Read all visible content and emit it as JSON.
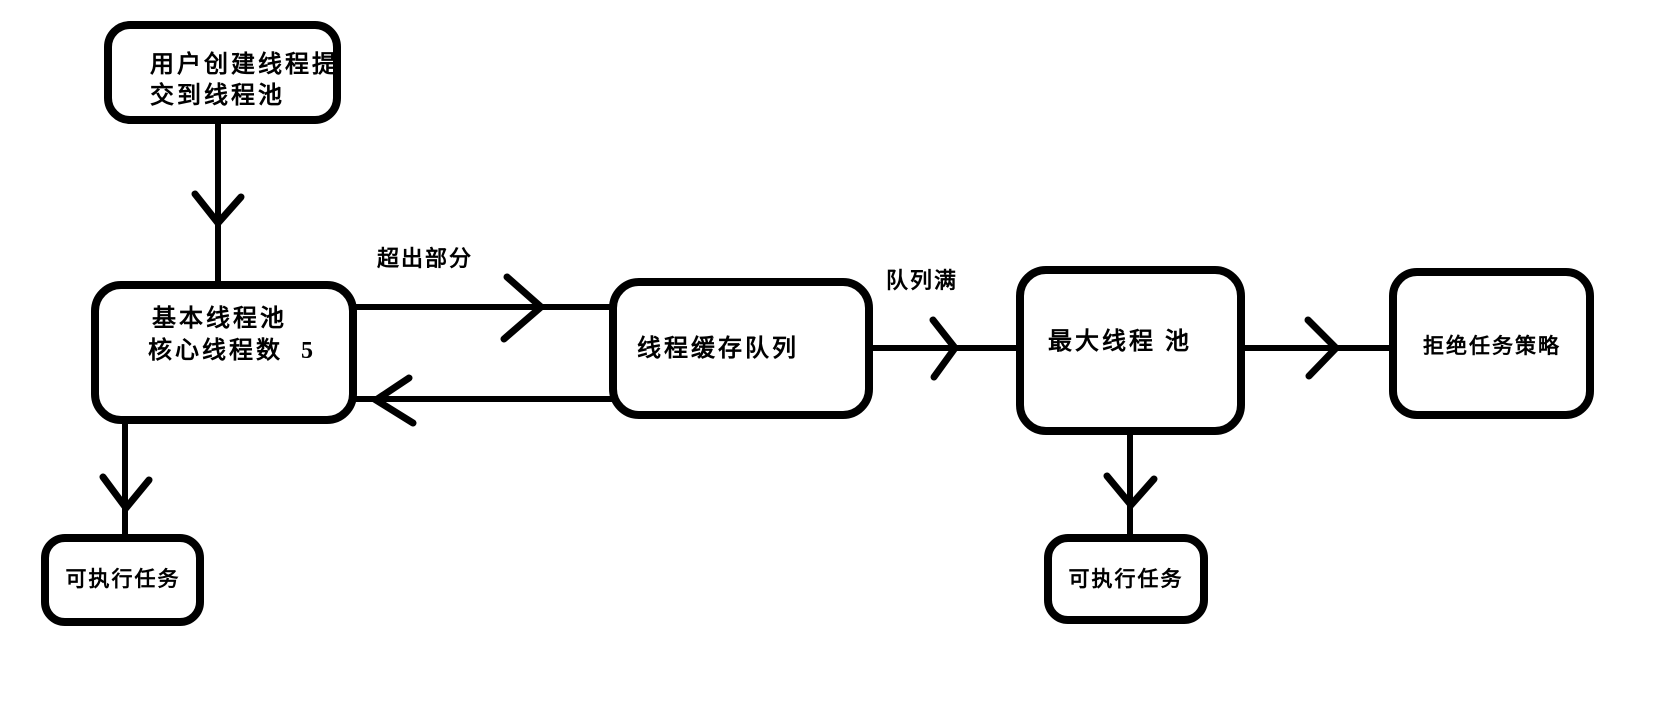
{
  "diagram": {
    "title": "thread-pool-flowchart",
    "background_color": "#ffffff",
    "stroke_color": "#000000",
    "nodes": {
      "user_submit": {
        "label_line1": "用户创建线程提",
        "label_line2": "交到线程池"
      },
      "basic_pool": {
        "label_line1": "基本线程池",
        "label_line2": "核心线程数  5"
      },
      "cache_queue": {
        "label": "线程缓存队列"
      },
      "max_pool": {
        "label": "最大线程 池"
      },
      "reject_policy": {
        "label": "拒绝任务策略"
      },
      "runnable_task_left": {
        "label": "可执行任务"
      },
      "runnable_task_right": {
        "label": "可执行任务"
      }
    },
    "edge_labels": {
      "overflow": "超出部分",
      "queue_full": "队列满"
    },
    "edges": [
      {
        "from": "user_submit",
        "to": "basic_pool",
        "direction": "down",
        "label": ""
      },
      {
        "from": "basic_pool",
        "to": "cache_queue",
        "direction": "right",
        "label": "超出部分"
      },
      {
        "from": "cache_queue",
        "to": "basic_pool",
        "direction": "left",
        "label": ""
      },
      {
        "from": "cache_queue",
        "to": "max_pool",
        "direction": "right",
        "label": "队列满"
      },
      {
        "from": "max_pool",
        "to": "reject_policy",
        "direction": "right",
        "label": ""
      },
      {
        "from": "basic_pool",
        "to": "runnable_task_left",
        "direction": "down",
        "label": ""
      },
      {
        "from": "max_pool",
        "to": "runnable_task_right",
        "direction": "down",
        "label": ""
      }
    ]
  }
}
